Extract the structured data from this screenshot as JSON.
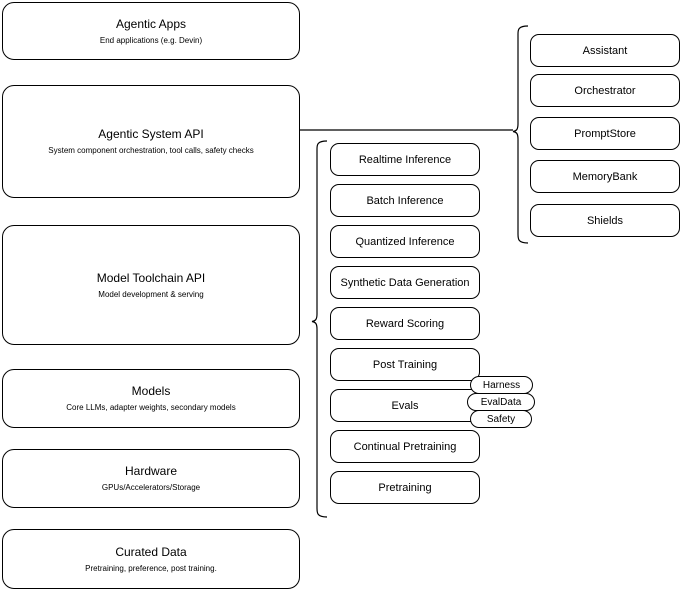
{
  "diagram": {
    "title": "AI Stack Layers Diagram",
    "stroke_color": "#000000",
    "background_color": "#ffffff"
  },
  "layers": [
    {
      "id": "agentic-apps",
      "title": "Agentic Apps",
      "subtitle": "End applications (e.g. Devin)"
    },
    {
      "id": "agentic-system-api",
      "title": "Agentic System API",
      "subtitle": "System component orchestration, tool calls, safety checks"
    },
    {
      "id": "model-toolchain-api",
      "title": "Model Toolchain API",
      "subtitle": "Model development & serving"
    },
    {
      "id": "models",
      "title": "Models",
      "subtitle": "Core LLMs, adapter weights, secondary models"
    },
    {
      "id": "hardware",
      "title": "Hardware",
      "subtitle": "GPUs/Accelerators/Storage"
    },
    {
      "id": "curated-data",
      "title": "Curated Data",
      "subtitle": "Pretraining, preference, post training."
    }
  ],
  "toolchain_capabilities": [
    {
      "id": "realtime-inference",
      "label": "Realtime Inference"
    },
    {
      "id": "batch-inference",
      "label": "Batch Inference"
    },
    {
      "id": "quantized-inference",
      "label": "Quantized Inference"
    },
    {
      "id": "synthetic-data-generation",
      "label": "Synthetic Data Generation"
    },
    {
      "id": "reward-scoring",
      "label": "Reward Scoring"
    },
    {
      "id": "post-training",
      "label": "Post Training"
    },
    {
      "id": "evals",
      "label": "Evals"
    },
    {
      "id": "continual-pretraining",
      "label": "Continual Pretraining"
    },
    {
      "id": "pretraining",
      "label": "Pretraining"
    }
  ],
  "eval_pills": [
    {
      "id": "harness",
      "label": "Harness"
    },
    {
      "id": "evaldata",
      "label": "EvalData"
    },
    {
      "id": "safety",
      "label": "Safety"
    }
  ],
  "system_components": [
    {
      "id": "assistant",
      "label": "Assistant"
    },
    {
      "id": "orchestrator",
      "label": "Orchestrator"
    },
    {
      "id": "promptstore",
      "label": "PromptStore"
    },
    {
      "id": "memorybank",
      "label": "MemoryBank"
    },
    {
      "id": "shields",
      "label": "Shields"
    }
  ]
}
